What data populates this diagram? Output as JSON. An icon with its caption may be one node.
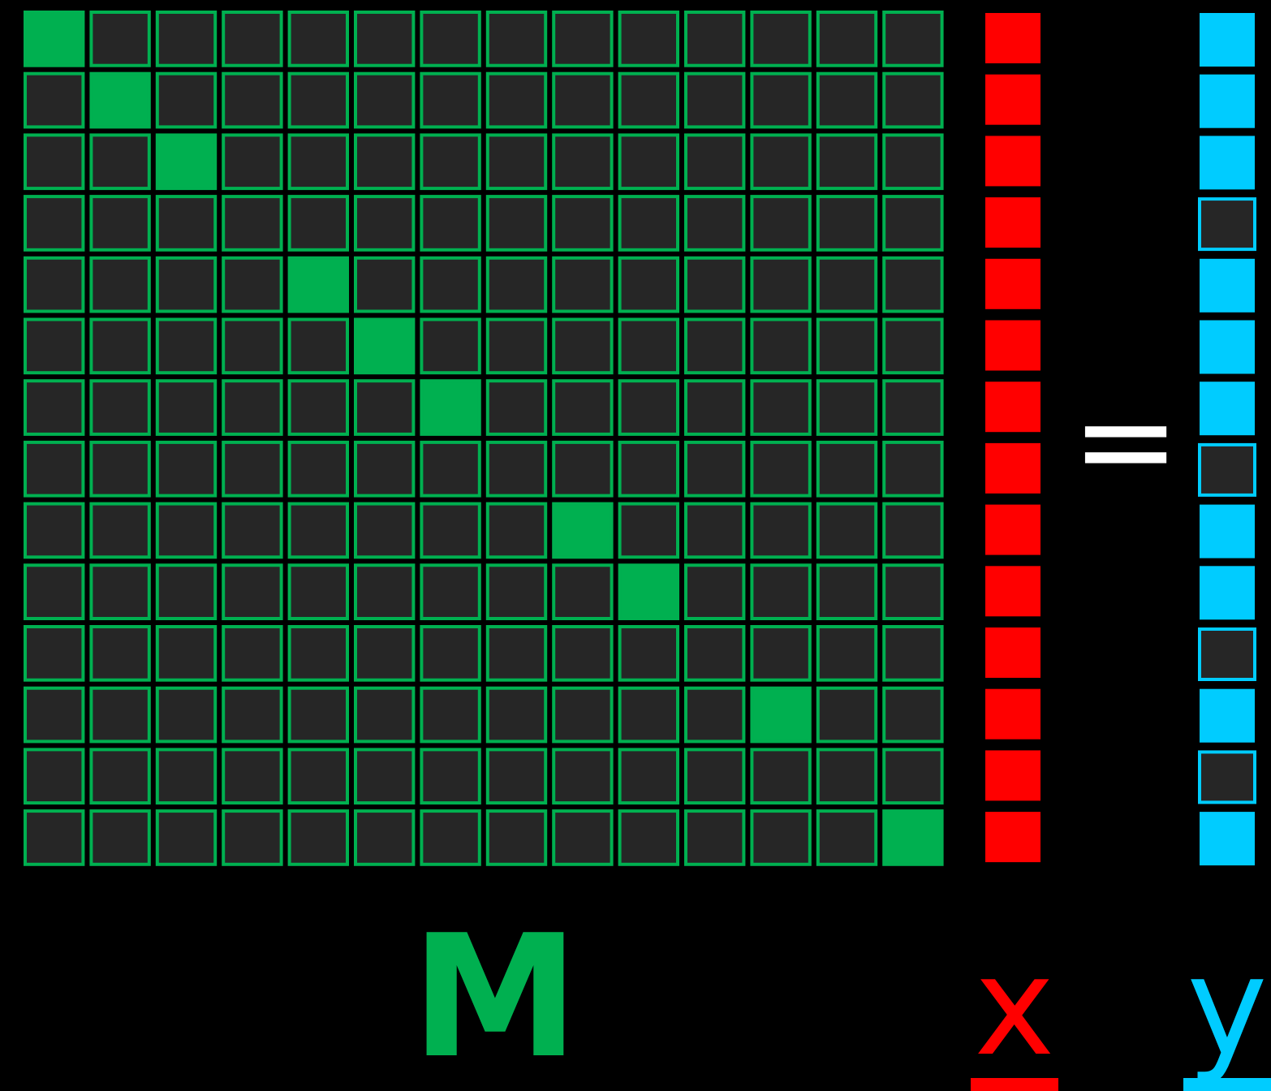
{
  "diagram": {
    "labels": [
      "=",
      "M",
      "x",
      "y"
    ]
  }
}
